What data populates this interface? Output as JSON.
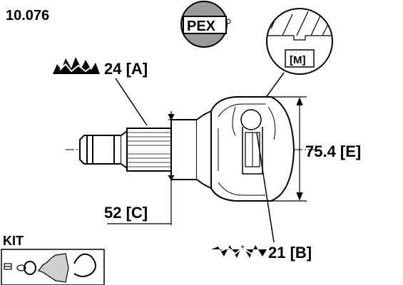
{
  "part_number": "10.076",
  "brand": {
    "logo_text": "PEX"
  },
  "callouts": {
    "a": "24 [A]",
    "m": "[M]",
    "e": "75.4 [E]",
    "c": "52 [C]",
    "b": "21 [B]"
  },
  "kit_label": "KIT",
  "icons": [
    "spline-icon",
    "clip-icon",
    "clamp-ring-icon",
    "boot-icon",
    "band-icon"
  ],
  "colors": {
    "ink": "#000000",
    "logo_bg": "#9a9a9a",
    "shade": "#cfcfcf"
  }
}
